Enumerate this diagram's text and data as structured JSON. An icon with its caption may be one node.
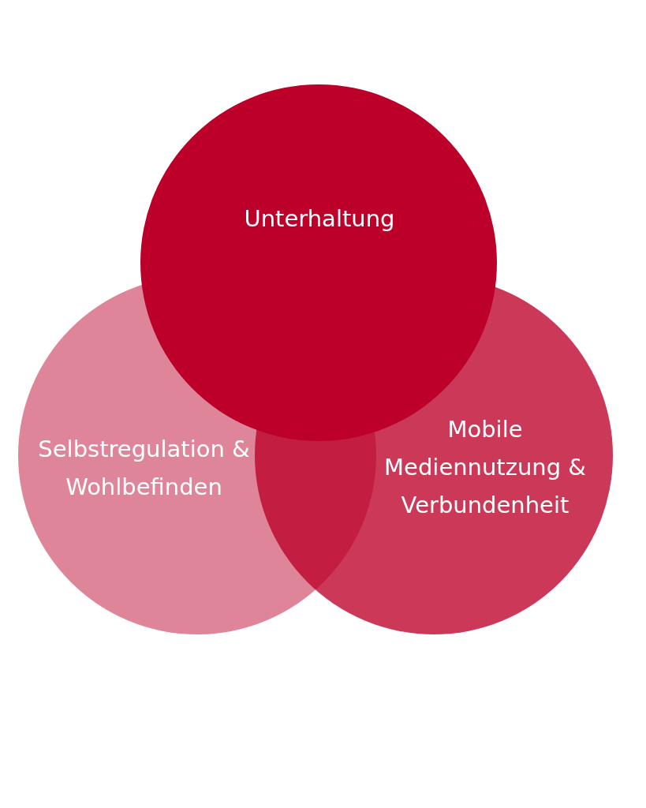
{
  "diagram": {
    "nodes": [
      {
        "text": [
          "Unterhaltung"
        ]
      },
      {
        "text": [
          "Selbstregulation & Wohlbefinden"
        ]
      },
      {
        "text": [
          "Mobile Mediennutzung & Verbundenheit"
        ]
      }
    ]
  }
}
